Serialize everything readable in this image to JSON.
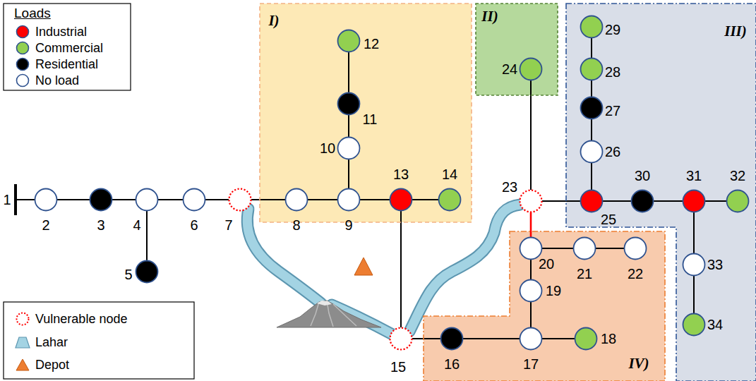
{
  "diagram": {
    "nodes": [
      {
        "text": [
          "I)"
        ]
      },
      {
        "text": [
          "II)"
        ]
      },
      {
        "text": [
          "III)"
        ]
      },
      {
        "text": [
          "IV)"
        ]
      },
      {
        "text": [
          "1"
        ]
      },
      {
        "text": [
          "2"
        ]
      },
      {
        "text": [
          "3"
        ]
      },
      {
        "text": [
          "4"
        ]
      },
      {
        "text": [
          "5"
        ]
      },
      {
        "text": [
          "6"
        ]
      },
      {
        "text": [
          "7"
        ]
      },
      {
        "text": [
          "8"
        ],
        "in": 0
      },
      {
        "text": [
          "9"
        ],
        "in": 0
      },
      {
        "text": [
          "10"
        ],
        "in": 0
      },
      {
        "text": [
          "11"
        ],
        "in": 0
      },
      {
        "text": [
          "12"
        ],
        "in": 0
      },
      {
        "text": [
          "13"
        ],
        "in": 0
      },
      {
        "text": [
          "14"
        ],
        "in": 0
      },
      {
        "text": [
          "15"
        ]
      },
      {
        "text": [
          "16"
        ],
        "in": 3
      },
      {
        "text": [
          "17"
        ],
        "in": 3
      },
      {
        "text": [
          "18"
        ],
        "in": 3
      },
      {
        "text": [
          "19"
        ],
        "in": 3
      },
      {
        "text": [
          "20"
        ],
        "in": 3
      },
      {
        "text": [
          "21"
        ],
        "in": 3
      },
      {
        "text": [
          "22"
        ],
        "in": 3
      },
      {
        "text": [
          "23"
        ]
      },
      {
        "text": [
          "24"
        ],
        "in": 1
      },
      {
        "text": [
          "25"
        ],
        "in": 2
      },
      {
        "text": [
          "26"
        ],
        "in": 2
      },
      {
        "text": [
          "27"
        ],
        "in": 2
      },
      {
        "text": [
          "28"
        ],
        "in": 2
      },
      {
        "text": [
          "29"
        ],
        "in": 2
      },
      {
        "text": [
          "30"
        ],
        "in": 2
      },
      {
        "text": [
          "31"
        ],
        "in": 2
      },
      {
        "text": [
          "32"
        ],
        "in": 2
      },
      {
        "text": [
          "33"
        ],
        "in": 2
      },
      {
        "text": [
          "34"
        ],
        "in": 2
      }
    ],
    "edges": [
      {
        "from": 4,
        "to": 5,
        "arrow": "none"
      },
      {
        "from": 5,
        "to": 6,
        "arrow": "none"
      },
      {
        "from": 6,
        "to": 7,
        "arrow": "none"
      },
      {
        "from": 7,
        "to": 8,
        "arrow": "none"
      },
      {
        "from": 7,
        "to": 9,
        "arrow": "none"
      },
      {
        "from": 9,
        "to": 10,
        "arrow": "none"
      },
      {
        "from": 10,
        "to": 11,
        "arrow": "none"
      },
      {
        "from": 11,
        "to": 12,
        "arrow": "none"
      },
      {
        "from": 12,
        "to": 13,
        "arrow": "none"
      },
      {
        "from": 13,
        "to": 14,
        "arrow": "none"
      },
      {
        "from": 14,
        "to": 15,
        "arrow": "none"
      },
      {
        "from": 12,
        "to": 16,
        "arrow": "none"
      },
      {
        "from": 16,
        "to": 17,
        "arrow": "none"
      },
      {
        "from": 16,
        "to": 18,
        "arrow": "none"
      },
      {
        "from": 18,
        "to": 19,
        "arrow": "none"
      },
      {
        "from": 19,
        "to": 20,
        "arrow": "none"
      },
      {
        "from": 20,
        "to": 21,
        "arrow": "none"
      },
      {
        "from": 20,
        "to": 22,
        "arrow": "none"
      },
      {
        "from": 22,
        "to": 23,
        "arrow": "none"
      },
      {
        "from": 23,
        "to": 24,
        "arrow": "none"
      },
      {
        "from": 24,
        "to": 25,
        "arrow": "none"
      },
      {
        "from": 23,
        "to": 26,
        "arrow": "none"
      },
      {
        "from": 26,
        "to": 27,
        "arrow": "none"
      },
      {
        "from": 26,
        "to": 28,
        "arrow": "none"
      },
      {
        "from": 28,
        "to": 29,
        "arrow": "none"
      },
      {
        "from": 29,
        "to": 30,
        "arrow": "none"
      },
      {
        "from": 30,
        "to": 31,
        "arrow": "none"
      },
      {
        "from": 31,
        "to": 32,
        "arrow": "none"
      },
      {
        "from": 28,
        "to": 33,
        "arrow": "none"
      },
      {
        "from": 33,
        "to": 34,
        "arrow": "none"
      },
      {
        "from": 34,
        "to": 35,
        "arrow": "none"
      },
      {
        "from": 34,
        "to": 36,
        "arrow": "none"
      },
      {
        "from": 36,
        "to": 37,
        "arrow": "none"
      }
    ],
    "labels": [
      "Loads"
    ],
    "legend": [
      {
        "text": "Industrial",
        "color": "#ff0000"
      },
      {
        "text": "Commercial",
        "color": "#92d050"
      },
      {
        "text": "Residential",
        "color": "#000000"
      },
      {
        "text": "No load",
        "color": "#ffffff"
      },
      {
        "text": "Vulnerable node"
      },
      {
        "text": "Lahar"
      },
      {
        "text": "Depot"
      }
    ]
  }
}
